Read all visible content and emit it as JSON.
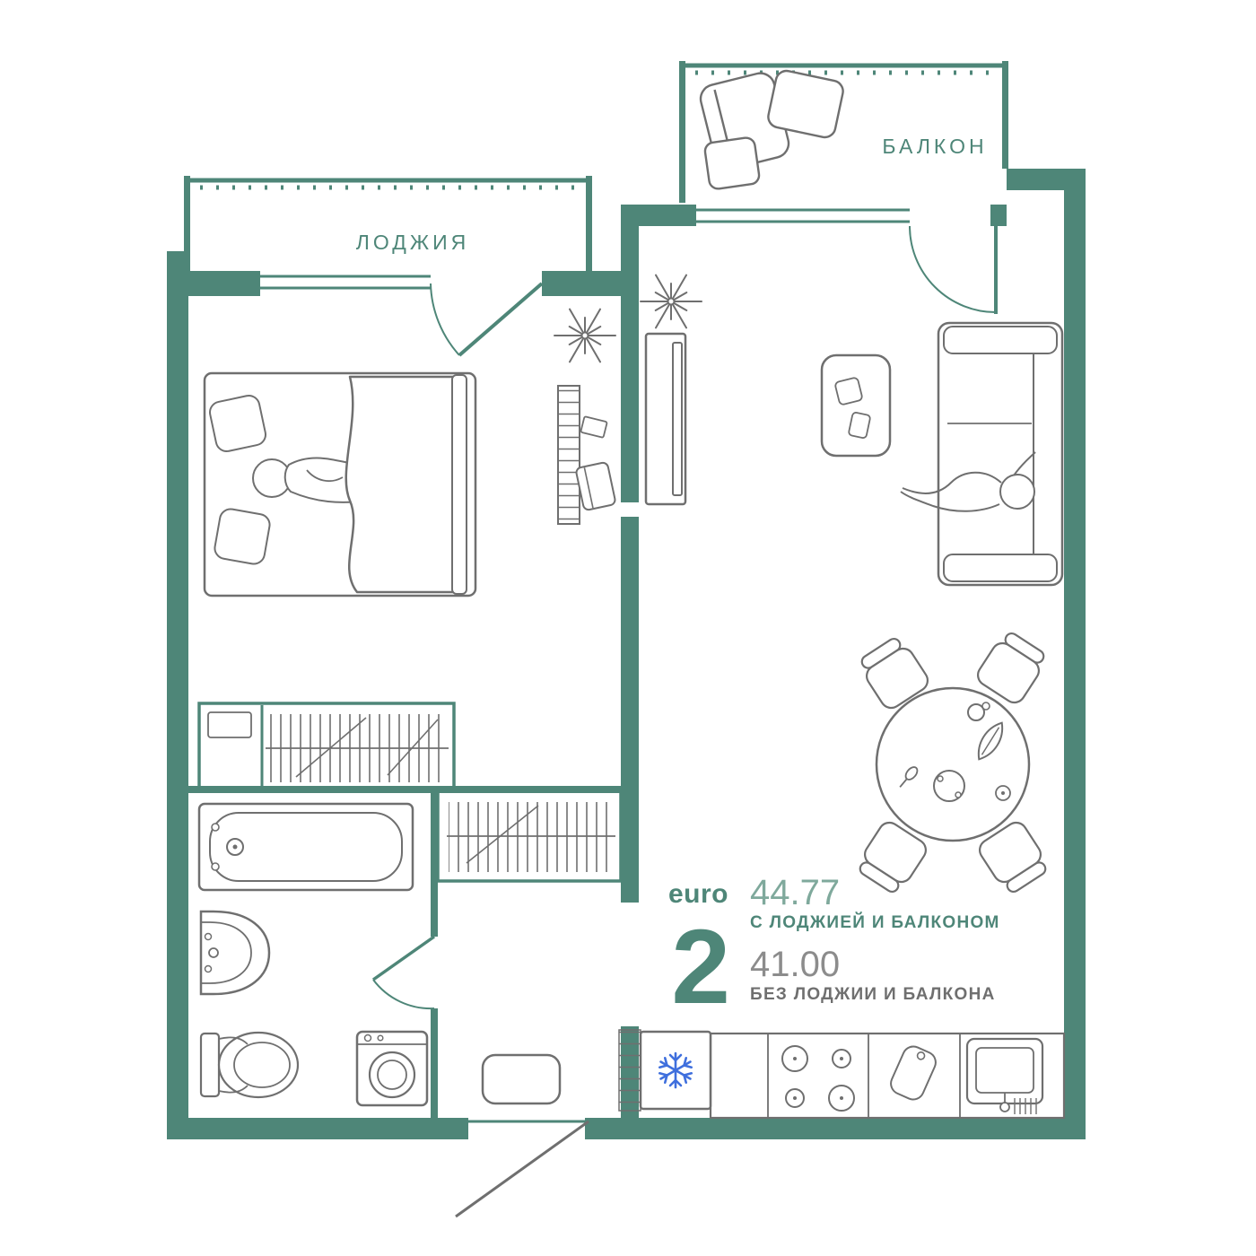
{
  "palette": {
    "walls": "#4E8678",
    "area_number_light": "#7FA99C",
    "furniture": "#6F6F6F",
    "secondary_text": "#8C8C8C",
    "fridge_snowflake": "#3F6FDD",
    "background": "#FFFFFF"
  },
  "labels": {
    "loggia": "ЛОДЖИЯ",
    "balcony": "БАЛКОН"
  },
  "apartment_info": {
    "type_label": "euro",
    "rooms_count": "2",
    "area_with_balcony": "44.77",
    "area_with_balcony_caption": "С ЛОДЖИЕЙ И БАЛКОНОМ",
    "area_without_balcony": "41.00",
    "area_without_balcony_caption": "БЕЗ ЛОДЖИИ И БАЛКОНА"
  },
  "icons": {
    "fridge": "snowflake-icon",
    "plants": "plant-icon"
  }
}
